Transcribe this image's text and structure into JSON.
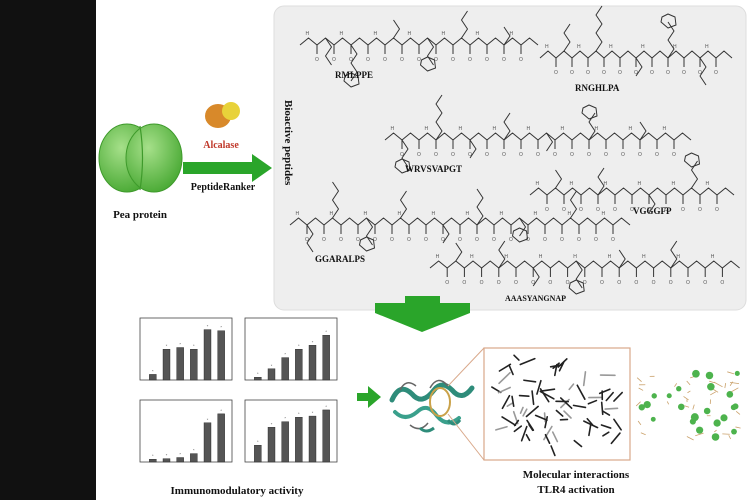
{
  "colors": {
    "left_band": "#111111",
    "panel_bg": "#eeeeee",
    "arrow_green": "#2aa52a",
    "pea_green": "#63c04a",
    "enzyme_orange": "#d8892a",
    "enzyme_yellow": "#e8d23a",
    "alcalase_red": "#c0392b",
    "zoom_box": "#d9a88a"
  },
  "left": {
    "source_label": "Pea protein",
    "enzyme_label": "Alcalase",
    "tool_label": "PeptideRanker"
  },
  "panel": {
    "vertical_label": "Bioactive peptides",
    "peptides": [
      "RMLPPE",
      "RNGHLPA",
      "WRVSVAPGT",
      "VGGGFP",
      "GGARALPS",
      "AAASYANGNAP"
    ]
  },
  "bottom": {
    "immuno_label": "Immunomodulatory activity",
    "molecular_label": "Molecular interactions",
    "tlr4_label": "TLR4 activation"
  },
  "icons": [
    "pea-icon",
    "enzyme-icon",
    "protein-ribbon-icon",
    "peptide-stick-icon",
    "interaction-network-icon"
  ],
  "chart_data": [
    {
      "type": "bar",
      "categories": [
        "1",
        "2",
        "3",
        "4",
        "5",
        "6"
      ],
      "values": [
        0.1,
        0.55,
        0.58,
        0.55,
        0.9,
        0.88
      ]
    },
    {
      "type": "bar",
      "categories": [
        "1",
        "2",
        "3",
        "4",
        "5",
        "6"
      ],
      "values": [
        0.05,
        0.2,
        0.4,
        0.55,
        0.62,
        0.8
      ]
    },
    {
      "type": "bar",
      "categories": [
        "1",
        "2",
        "3",
        "4",
        "5",
        "6"
      ],
      "values": [
        0.05,
        0.06,
        0.08,
        0.15,
        0.7,
        0.86
      ]
    },
    {
      "type": "bar",
      "categories": [
        "1",
        "2",
        "3",
        "4",
        "5",
        "6"
      ],
      "values": [
        0.3,
        0.62,
        0.72,
        0.8,
        0.82,
        0.93
      ]
    }
  ]
}
